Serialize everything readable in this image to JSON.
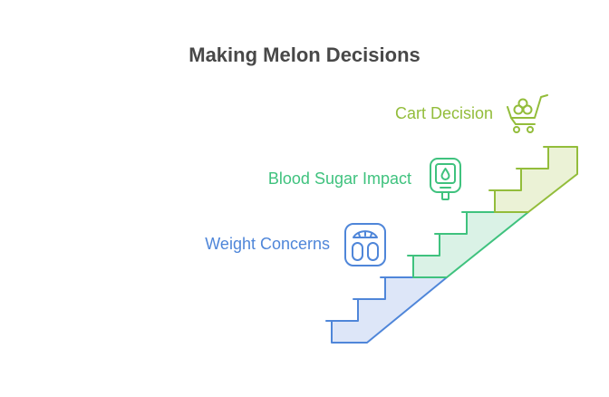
{
  "title": "Making Melon Decisions",
  "steps": [
    {
      "label": "Weight Concerns",
      "icon": "weight-scale-icon",
      "color": "#4f86d9",
      "fill": "#dde6f8"
    },
    {
      "label": "Blood Sugar Impact",
      "icon": "glucose-meter-icon",
      "color": "#3fc27e",
      "fill": "#daf2e6"
    },
    {
      "label": "Cart Decision",
      "icon": "shopping-cart-icon",
      "color": "#93bd3b",
      "fill": "#ebf2d6"
    }
  ]
}
